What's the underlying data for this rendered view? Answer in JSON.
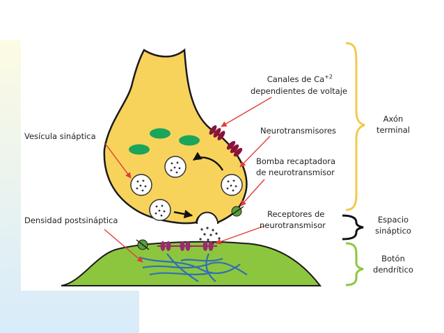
{
  "labels": {
    "calcium_channels_line1": "Canales de Ca",
    "calcium_channels_sup": "+2",
    "calcium_channels_line2": "dependientes de voltaje",
    "neurotransmitters": "Neurotransmisores",
    "reuptake_pump_line1": "Bomba recaptadora",
    "reuptake_pump_line2": "de neurotransmisor",
    "synaptic_vesicle": "Vesícula sináptica",
    "receptors_line1": "Receptores de",
    "receptors_line2": "neurotransmisor",
    "postsynaptic_density": "Densidad postsináptica",
    "axon_terminal_line1": "Axón",
    "axon_terminal_line2": "terminal",
    "synaptic_space_line1": "Espacio",
    "synaptic_space_line2": "sináptico",
    "dendritic_button_line1": "Botón",
    "dendritic_button_line2": "dendrítico"
  },
  "colors": {
    "axon": "#f8d35c",
    "axon_outline": "#1a1a1a",
    "vesicle_green": "#1aa55a",
    "dendrite": "#8cc63f",
    "channel": "#8a1538",
    "receptor": "#9b2a6e",
    "pump": "#5a9e3a",
    "arrow": "#e23a3a",
    "bracket_axon": "#f2c94c",
    "bracket_space": "#111111",
    "bracket_dendrite": "#8cc63f",
    "filaments": "#2f6fb5"
  }
}
